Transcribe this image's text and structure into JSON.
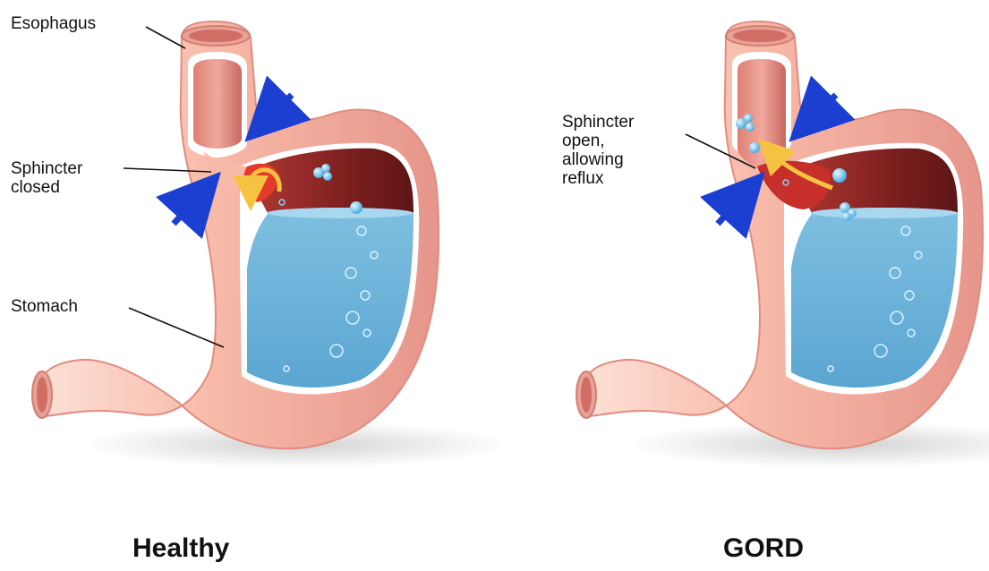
{
  "panels": {
    "healthy": {
      "caption": "Healthy",
      "labels": {
        "esophagus": "Esophagus",
        "sphincter": [
          "Sphincter",
          "closed"
        ],
        "stomach": "Stomach"
      }
    },
    "gord": {
      "caption": "GORD",
      "labels": {
        "sphincter": [
          "Sphincter",
          "open,",
          "allowing",
          "reflux"
        ]
      }
    }
  },
  "colors": {
    "stomach_wall": "#f7b9a8",
    "stomach_wall_dark": "#e6958a",
    "stomach_wall_light": "#fde1d7",
    "acid_liquid": "#7fbfe0",
    "acid_liquid_dark": "#5aa6d2",
    "gastric_lining": "#7d1f1f",
    "pressure_arrow": "#1b3fd0",
    "flow_arrow": "#f5c242"
  },
  "icons": [
    "pressure-arrow-icon",
    "flow-arrow-icon",
    "bubble-icon"
  ]
}
